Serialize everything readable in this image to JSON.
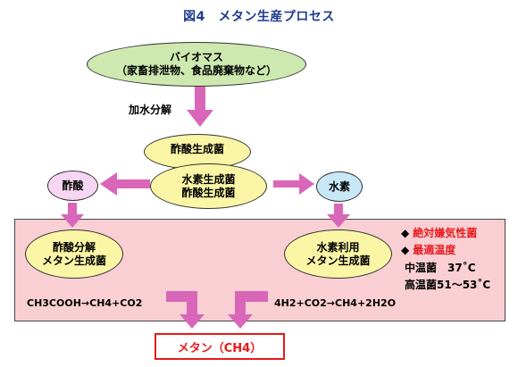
{
  "title": "図4　メタン生産プロセス",
  "nodes": {
    "biomass": {
      "line1": "バイオマス",
      "line2": "（家畜排泄物、食品廃棄物など）"
    },
    "hydrolysis_label": "加水分解",
    "acetogen_top": {
      "line1": "酢酸生成菌"
    },
    "hydrogen_acetogen": {
      "line1": "水素生成菌",
      "line2": "酢酸生成菌"
    },
    "acetic_acid": {
      "label": "酢酸"
    },
    "hydrogen": {
      "label": "水素"
    },
    "acetoclastic": {
      "line1": "酢酸分解",
      "line2": "メタン生成菌"
    },
    "hydrogenotrophic": {
      "line1": "水素利用",
      "line2": "メタン生成菌"
    }
  },
  "notes": {
    "bullet": "◆",
    "anaerobic": "絶対嫌気性菌",
    "optimum_temp": "最適温度",
    "mesophilic": "中温菌　37˚C",
    "thermophilic": "高温菌51～53˚C"
  },
  "reactions": {
    "acetic": "CH3COOH→CH4+CO2",
    "hydrogen": "4H2+CO2→CH4+2H2O"
  },
  "result": "メタン（CH4）",
  "colors": {
    "title": "#1f3c8c",
    "arrow": "#d966b9",
    "panel": "#f9cfd4",
    "red": "#e8191c",
    "green": "#cde9b0",
    "yellow": "#fbf6a6",
    "pink": "#f6d6f2",
    "blue": "#c8e8f8"
  }
}
